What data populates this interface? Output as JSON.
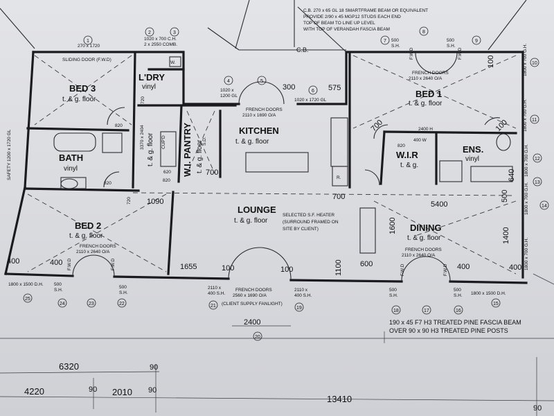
{
  "rooms": {
    "bed3": {
      "name": "BED 3",
      "floor": "t. & g. floor"
    },
    "bath": {
      "name": "BATH",
      "floor": "vinyl"
    },
    "ldry": {
      "name": "L'DRY",
      "floor": "vinyl"
    },
    "pantry": {
      "name": "W.I. PANTRY",
      "floor": "t. & g. floor"
    },
    "kitchen": {
      "name": "KITCHEN",
      "floor": "t. & g. floor"
    },
    "bed1": {
      "name": "BED 1",
      "floor": "t. & g. floor"
    },
    "wir": {
      "name": "W.I.R",
      "floor": "t. & g."
    },
    "ens": {
      "name": "ENS.",
      "floor": "vinyl"
    },
    "bed2": {
      "name": "BED 2",
      "floor": "t. & g. floor"
    },
    "lounge": {
      "name": "LOUNGE",
      "floor": "t. & g. floor"
    },
    "dining": {
      "name": "DINING",
      "floor": "t. & g. floor"
    },
    "hall": {
      "floor": "t. & g. floor"
    }
  },
  "notes": {
    "cb_line1": "C.B. 270 x 65 GL 18 SMARTFRAME BEAM OR EQUIVALENT",
    "cb_line2": "PROVIDE 2/90 x 45 MGP12 STUDS EACH END",
    "cb_line3": "TOP OF BEAM TO LINE UP LEVEL",
    "cb_line4": "WITH TOP OF VERANDAH FASCIA BEAM",
    "cb_tag": "C.B.",
    "heater1": "SELECTED S.F. HEATER",
    "heater2": "(SURROUND FRAMED ON",
    "heater3": "SITE BY CLIENT)",
    "fascia1": "190 x 45 F7 H3 TREATED PINE FASCIA BEAM",
    "fascia2": "OVER 90 x 90 H3 TREATED PINE POSTS",
    "client_fanlight": "(CLIENT SUPPLY FANLIGHT)",
    "sliding_door": "SLIDING DOOR (F.W.D)",
    "safety": "SAFETY 1200 x 1720 GL"
  },
  "doors": {
    "french_kitchen_1": "FRENCH DOORS",
    "french_kitchen_2": "2110 x 1690 O/A",
    "french_bed1_1": "FRENCH DOORS",
    "french_bed1_2": "2110 x 2640 O/A",
    "french_bed2_1": "FRENCH DOORS",
    "french_bed2_2": "2110 x 2640 O/A",
    "french_lounge_1": "FRENCH DOORS",
    "french_lounge_2": "2560 x 1690 O/A",
    "french_dining_1": "FRENCH DOORS",
    "french_dining_2": "2110 x 2640 O/A",
    "fwd": "F.W.D"
  },
  "windows": {
    "w1": "270 x 1720",
    "w2a": "1020 x 700 C.H.",
    "w2b": "2 x 2550 COMB.",
    "w4a": "1020 x",
    "w4b": "1200 GL",
    "w6": "1020 x 1720 GL",
    "w8a": "500",
    "w8b": "S.H.",
    "w9a": "500",
    "w9b": "S.H.",
    "w10": "1800 x 700 G.H.",
    "w11": "1800 x 700 G.H.",
    "w12": "1800 x 700 G.H.",
    "w13": "1800 x 700 G.H.",
    "w14": "1800 x 700 G.H.",
    "w15": "1800 x 1500 D.H.",
    "w16a": "500",
    "w16b": "S.H.",
    "w18a": "500",
    "w18b": "S.H.",
    "w19a": "2110 x",
    "w19b": "400 S.H.",
    "w21a": "2110 x",
    "w21b": "400 S.H.",
    "w22a": "500",
    "w22b": "S.H.",
    "w24a": "500",
    "w24b": "S.H.",
    "w25": "1800 x 1500 D.H."
  },
  "tags": {
    "w2": "W.",
    "cupd": "CUP'D",
    "dimsmall": "2400 H",
    "w400": "400 W",
    "dr": "R.",
    "sd": "S.D.",
    "e1": "820",
    "e2": "720",
    "e3": "620",
    "e4": "820",
    "e5": "720",
    "e6": "820",
    "e7": "820",
    "hall_dim": "3370 x 2404"
  },
  "bubbles": [
    "1",
    "2",
    "3",
    "4",
    "5",
    "6",
    "7",
    "8",
    "9",
    "10",
    "11",
    "12",
    "13",
    "14",
    "15",
    "16",
    "17",
    "18",
    "19",
    "20",
    "21",
    "22",
    "23",
    "24",
    "25"
  ],
  "dimensions": {
    "d300": "300",
    "d575": "575",
    "d700a": "700",
    "d700b": "700",
    "d700c": "700",
    "d1090": "1090",
    "d5400": "5400",
    "d1600": "1600",
    "d1400": "1400",
    "d500": "500",
    "d640": "640",
    "d100a": "100",
    "d100b": "100",
    "d100c": "100",
    "d100d": "100",
    "d1655": "1655",
    "d1100": "1100",
    "d600": "600",
    "d400a": "400",
    "d400b": "400",
    "d400c": "400",
    "d400d": "400",
    "d2400": "2400",
    "b6320": "6320",
    "b90a": "90",
    "b4220": "4220",
    "b90b": "90",
    "b2010": "2010",
    "b90c": "90",
    "b13410": "13410",
    "b90d": "90"
  }
}
